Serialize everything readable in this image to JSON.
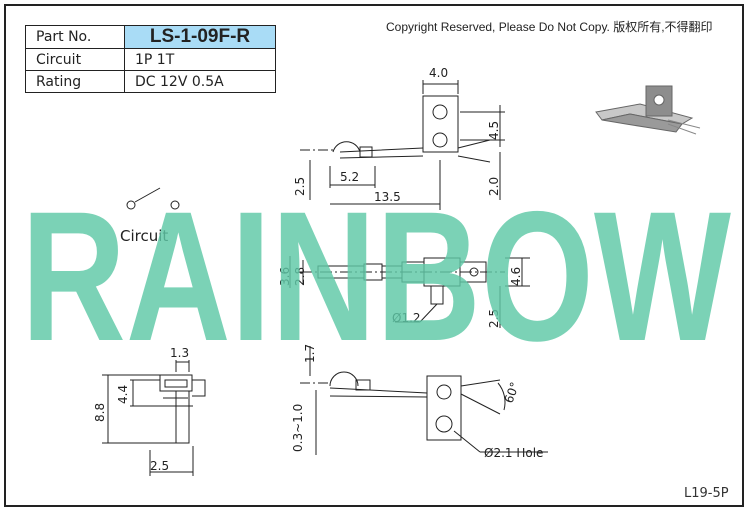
{
  "spec_table": {
    "part_label": "Part No.",
    "part_value": "LS-1-09F-R",
    "circuit_label": "Circuit",
    "circuit_value": "1P 1T",
    "rating_label": "Rating",
    "rating_value": "DC 12V 0.5A"
  },
  "copyright": "Copyright Reserved, Please Do Not Copy. 版权所有,不得翻印",
  "circuit_symbol_label": "Circuit",
  "watermark": {
    "text": "RAINBOW",
    "color": "#5fc9a7"
  },
  "dimensions": {
    "d_4_0": "4.0",
    "d_4_5": "4.5",
    "d_2_5_top": "2.5",
    "d_5_2": "5.2",
    "d_13_5": "13.5",
    "d_2_0": "2.0",
    "d_3_6": "3.6",
    "d_2_8": "2.8",
    "d_4_6": "4.6",
    "d_2_5_right": "2.5",
    "d_phi_1_2": "Ø1.2",
    "d_1_3": "1.3",
    "d_4_4": "4.4",
    "d_8_8": "8.8",
    "d_2_5_bottom": "2.5",
    "d_1_7": "1.7",
    "d_0_3_1_0": "0.3~1.0",
    "d_60": "60°",
    "d_hole": "Ø2.1 Hole"
  },
  "drawing_code": "L19-5P"
}
